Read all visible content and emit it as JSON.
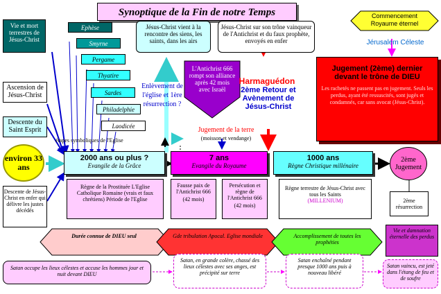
{
  "title": "Synoptique de la Fin de notre Temps",
  "top_left": "Vie et mort terrestres de Jésus-Christ",
  "churches": [
    "Ephèse",
    "Smyrne",
    "Pergame",
    "Thyatire",
    "Sardes",
    "Philadelphie",
    "Laodicée"
  ],
  "churches_caption": "étapes symboliques de l'Eglise",
  "ascension": "Ascension de Jésus-Christ",
  "saint_esprit": "Descente du Saint Esprit",
  "environ": "environ 33 ans",
  "descente_enfer": "Descente de Jésus-Christ en enfer qui délivre les justes décédés",
  "jc_rencontre": "Jésus-Christ vient à la rencontre des siens, les saints, dans les airs",
  "jc_trone": "Jésus-Christ sur son trône vainqueur de l'Antichrist et du faux prophète, envoyés en enfer",
  "antichrist_box": "L'Antichrist 666 rompt son alliance après 42 mois avec Israël",
  "enlevement": "Enlèvement de l'église et 1ère résurrection ?",
  "harmaguedon": "Harmaguédon",
  "second_retour": "2ème Retour et Avènement de Jésus-Christ",
  "jugement_terre": "Jugement de la terre",
  "moisson": "(moisson et vendange)",
  "commencement": "Commencement Royaume éternel",
  "jerusalem": "Jérusalem Céleste",
  "jugement_title": "Jugement (2ème) dernier devant le trône de DIEU",
  "jugement_text": "Les rachetés ne passent pas en jugement. Seuls les perdus, ayant été ressuscités, sont jugés et condamnés, car sans avocat (Jésus-Christ).",
  "band1_title": "2000 ans ou plus ?",
  "band1_sub": "Evangile de la Grâce",
  "band2_title": "7 ans",
  "band2_sub": "Evangile du Royaume",
  "band3_title": "1000 ans",
  "band3_sub": "Règne Christique millénaire",
  "jugement2": "2ème Jugement",
  "prostituee": "Règne de la Prostituée L'Eglise Catholique Romaine (vrais et faux chrétiens) Période de l'Eglise",
  "fausse_paix": "Fausse paix de l'Antichrist 666",
  "mois42a": "(42 mois)",
  "persecution": "Persécution et règne de l'Antichrist 666",
  "mois42b": "(42 mois)",
  "regne_terrestre_1": "Règne terrestre de Jésus-Christ avec tous les Saints",
  "regne_terrestre_2": "(MILLENIUM)",
  "resurrection2": "2ème résurrection",
  "hex1": "Durée connue de DIEU seul",
  "hex2": "Gde tribulation Apocal. Eglise mondiale",
  "hex3": "Accomplissement de toutes les prophéties",
  "hex4": "Vie et damnation éternelle des perdus",
  "bottom1": "Satan occupe les lieux célestes et accuse les hommes jour et nuit devant DIEU",
  "bottom2": "Satan, en grande colère, chassé des lieux célestes avec ses anges, est précipité sur terre",
  "bottom3": "Satan enchaîné pendant presque 1000 ans puis à nouveau libéré",
  "bottom4": "Satan vaincu, est jeté dans l'étang de feu et de soufre",
  "colors": {
    "cyan": "#33ffff",
    "magenta": "#ff00ff",
    "red": "#ff0000",
    "yellow": "#ffff00",
    "green": "#00ff66",
    "pink": "#ffccff",
    "darkteal": "#006666"
  }
}
